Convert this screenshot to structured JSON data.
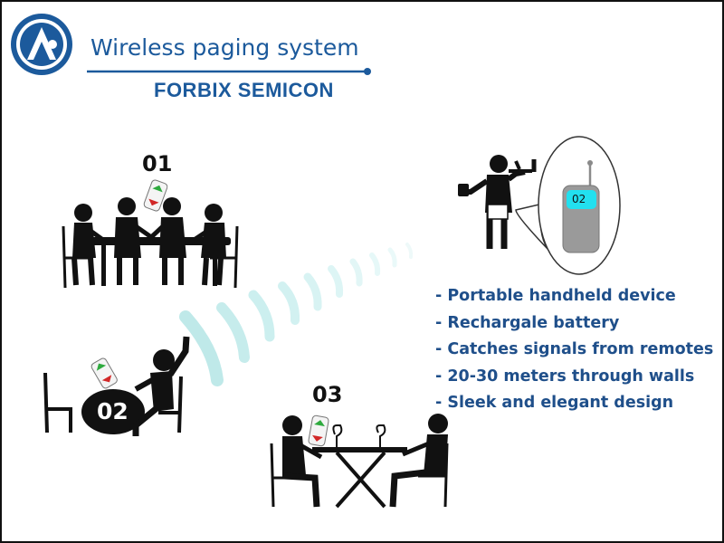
{
  "header": {
    "title": "Wireless paging system",
    "brand": "FORBIX SEMICON"
  },
  "tables": [
    {
      "label": "01"
    },
    {
      "label": "02"
    },
    {
      "label": "03"
    }
  ],
  "pager": {
    "screen_text": "02",
    "screen_color": "#22e0ef",
    "body_color": "#9a9a9a"
  },
  "features": [
    "- Portable handheld device",
    "- Rechargale battery",
    "- Catches signals from remotes",
    "- 20-30 meters through walls",
    "- Sleek and elegant design"
  ],
  "colors": {
    "accent": "#1c5a9c",
    "text_blue": "#1f4f8a",
    "wave": "#cfeeee"
  }
}
